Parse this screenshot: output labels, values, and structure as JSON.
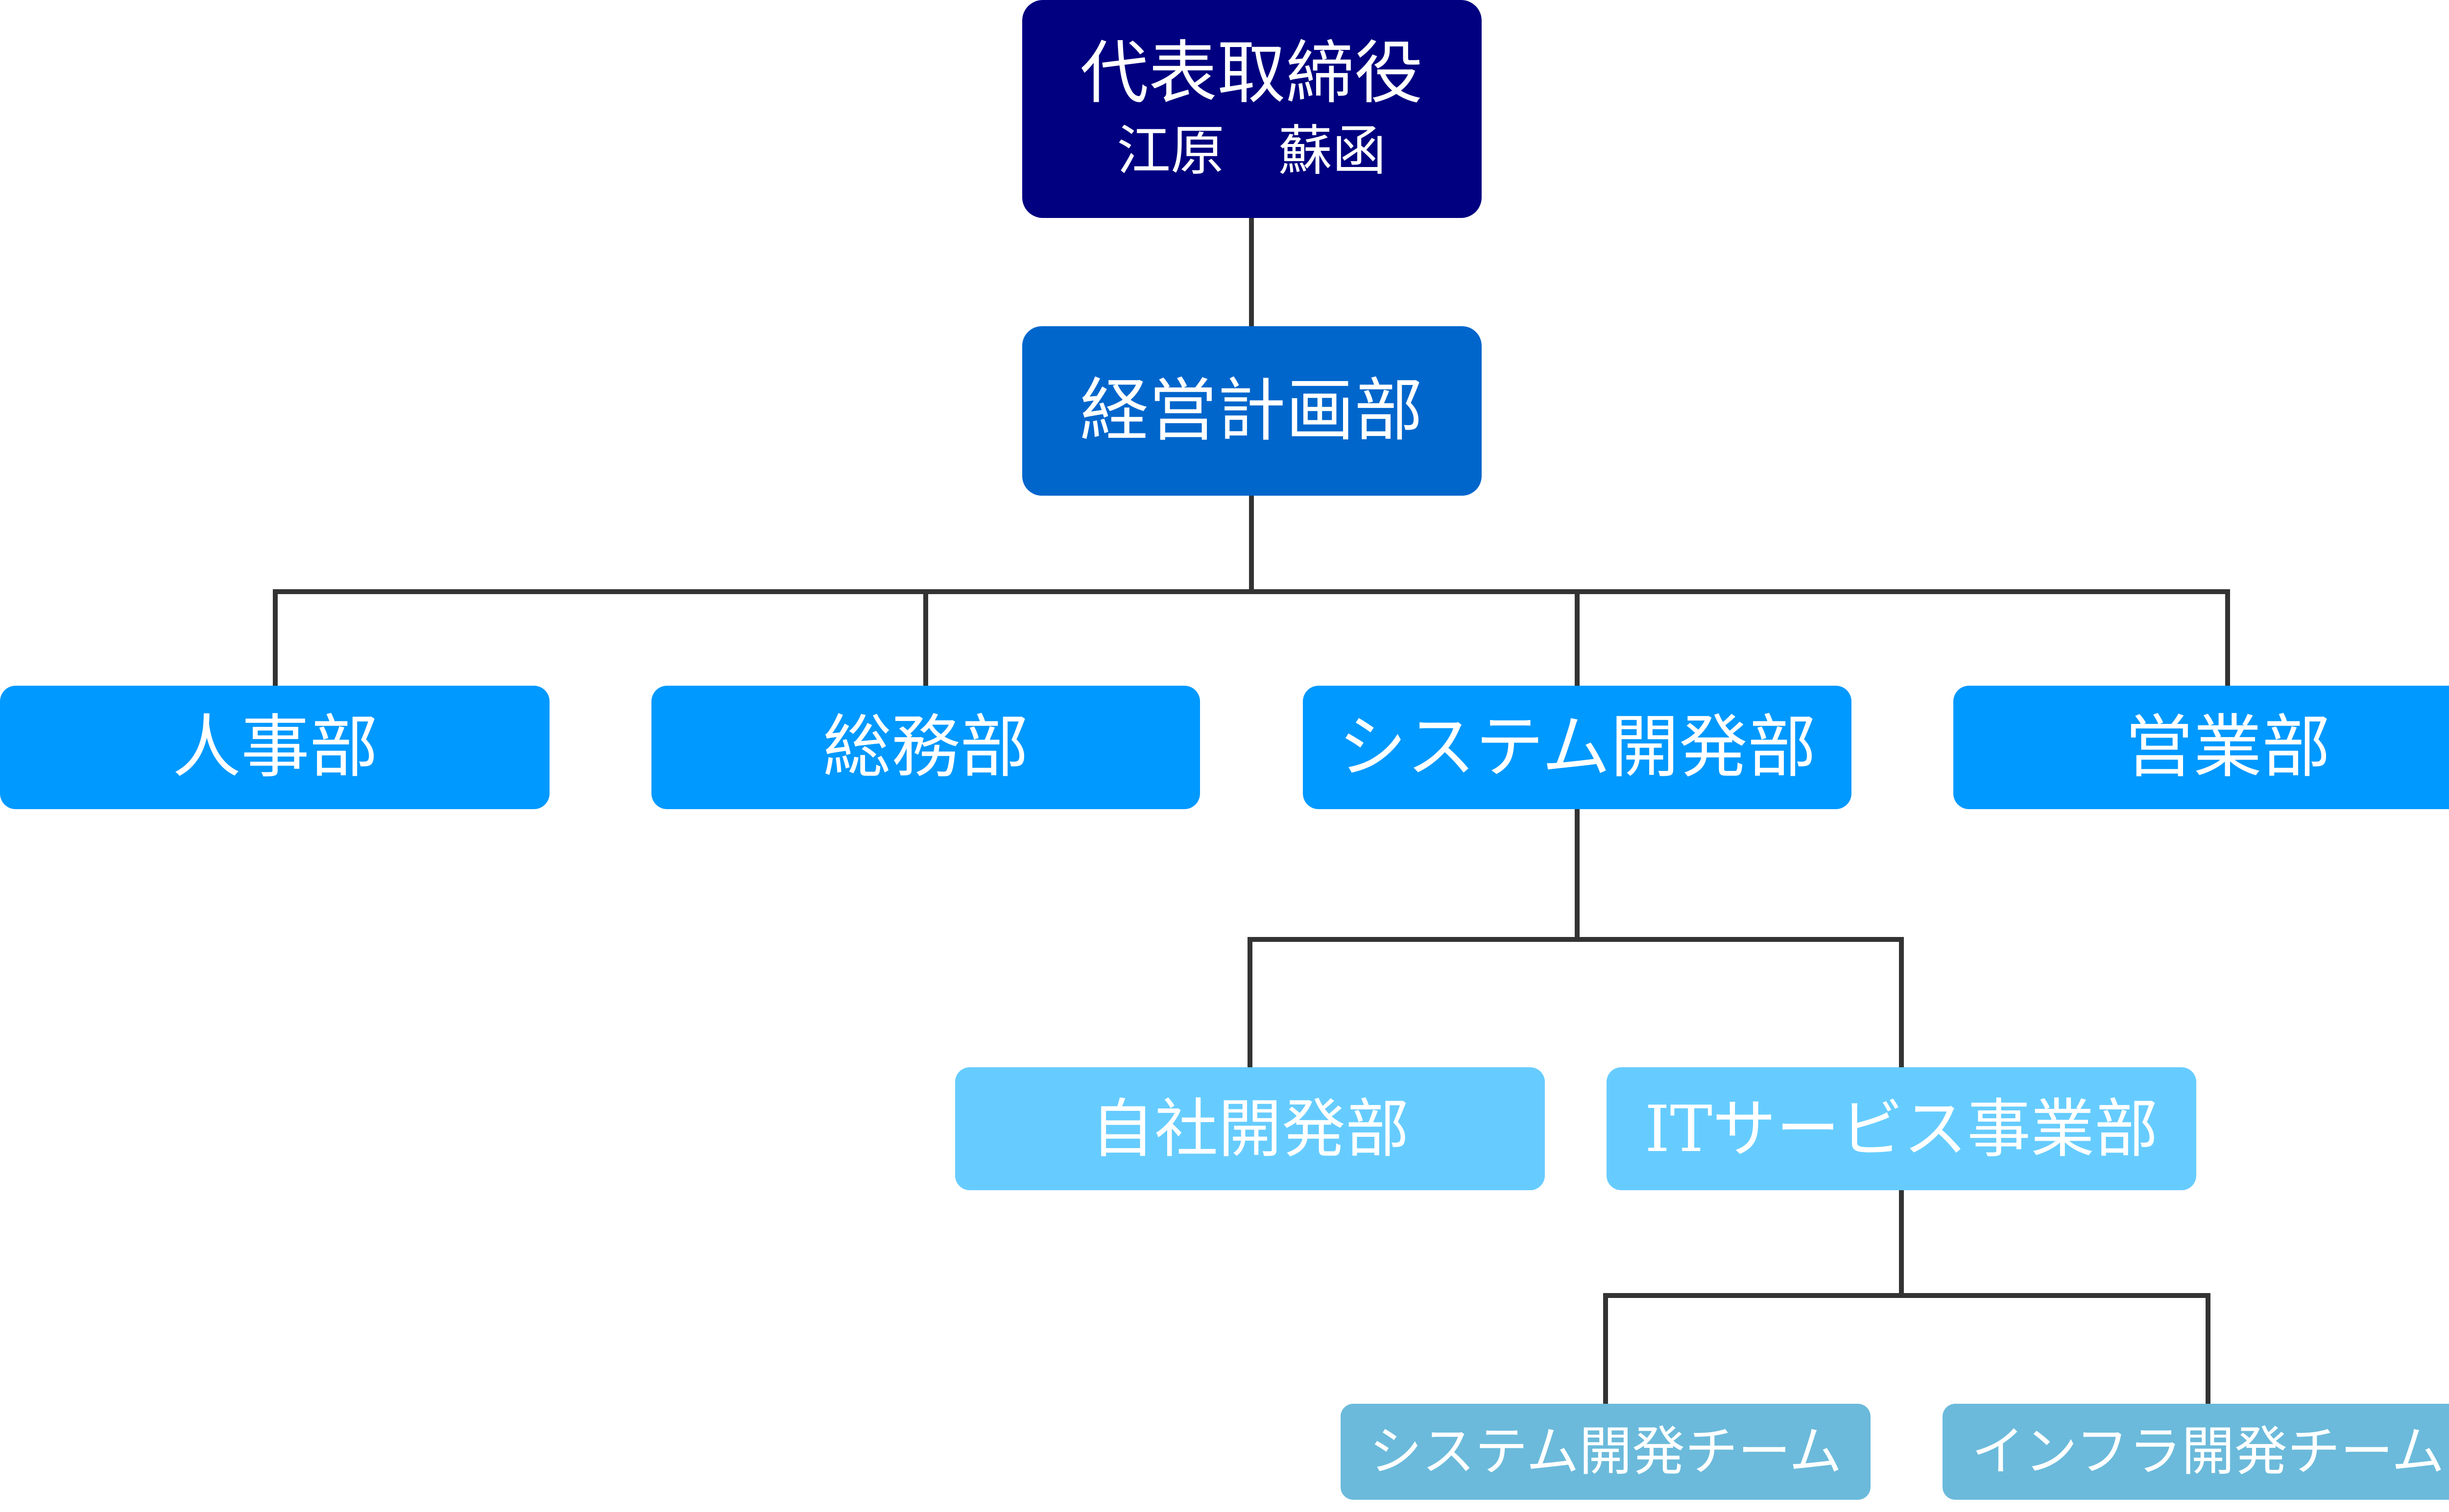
{
  "ceo": {
    "title": "代表取締役",
    "name": "江原　蘇函",
    "color": "#000080"
  },
  "management_planning": {
    "label": "経営計画部",
    "color": "#0066CC"
  },
  "departments": [
    {
      "label": "人事部",
      "color": "#0099FF"
    },
    {
      "label": "総務部",
      "color": "#0099FF"
    },
    {
      "label": "システム開発部",
      "color": "#0099FF"
    },
    {
      "label": "営業部",
      "color": "#0099FF"
    }
  ],
  "system_dev_divisions": [
    {
      "label": "自社開発部",
      "color": "#66CCFF"
    },
    {
      "label": "ITサービス事業部",
      "color": "#66CCFF"
    }
  ],
  "it_service_teams": [
    {
      "label": "システム開発チーム",
      "color": "#6BBADB"
    },
    {
      "label": "インフラ開発チーム",
      "color": "#6BBADB"
    }
  ],
  "connector_color": "#333333",
  "background_color": "#FFFFFF"
}
